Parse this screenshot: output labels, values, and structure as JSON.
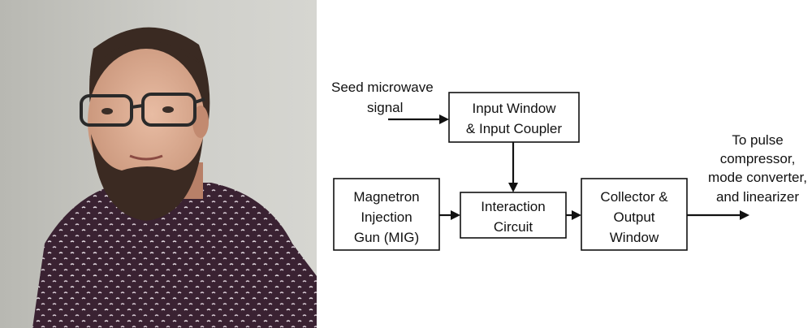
{
  "photo": {
    "subject": "portrait-photo"
  },
  "diagram": {
    "seed_label": [
      "Seed microwave",
      "signal"
    ],
    "input_window": [
      "Input Window",
      "& Input Coupler"
    ],
    "mig": [
      "Magnetron",
      "Injection",
      "Gun (MIG)"
    ],
    "interaction": [
      "Interaction",
      "Circuit"
    ],
    "collector": [
      "Collector &",
      "Output",
      "Window"
    ],
    "output_label": [
      "To pulse",
      "compressor,",
      "mode converter,",
      "and linearizer"
    ]
  },
  "colors": {
    "stroke": "#111111",
    "background": "#ffffff",
    "wall": "#c9c9c4",
    "shirt": "#3a2030"
  }
}
